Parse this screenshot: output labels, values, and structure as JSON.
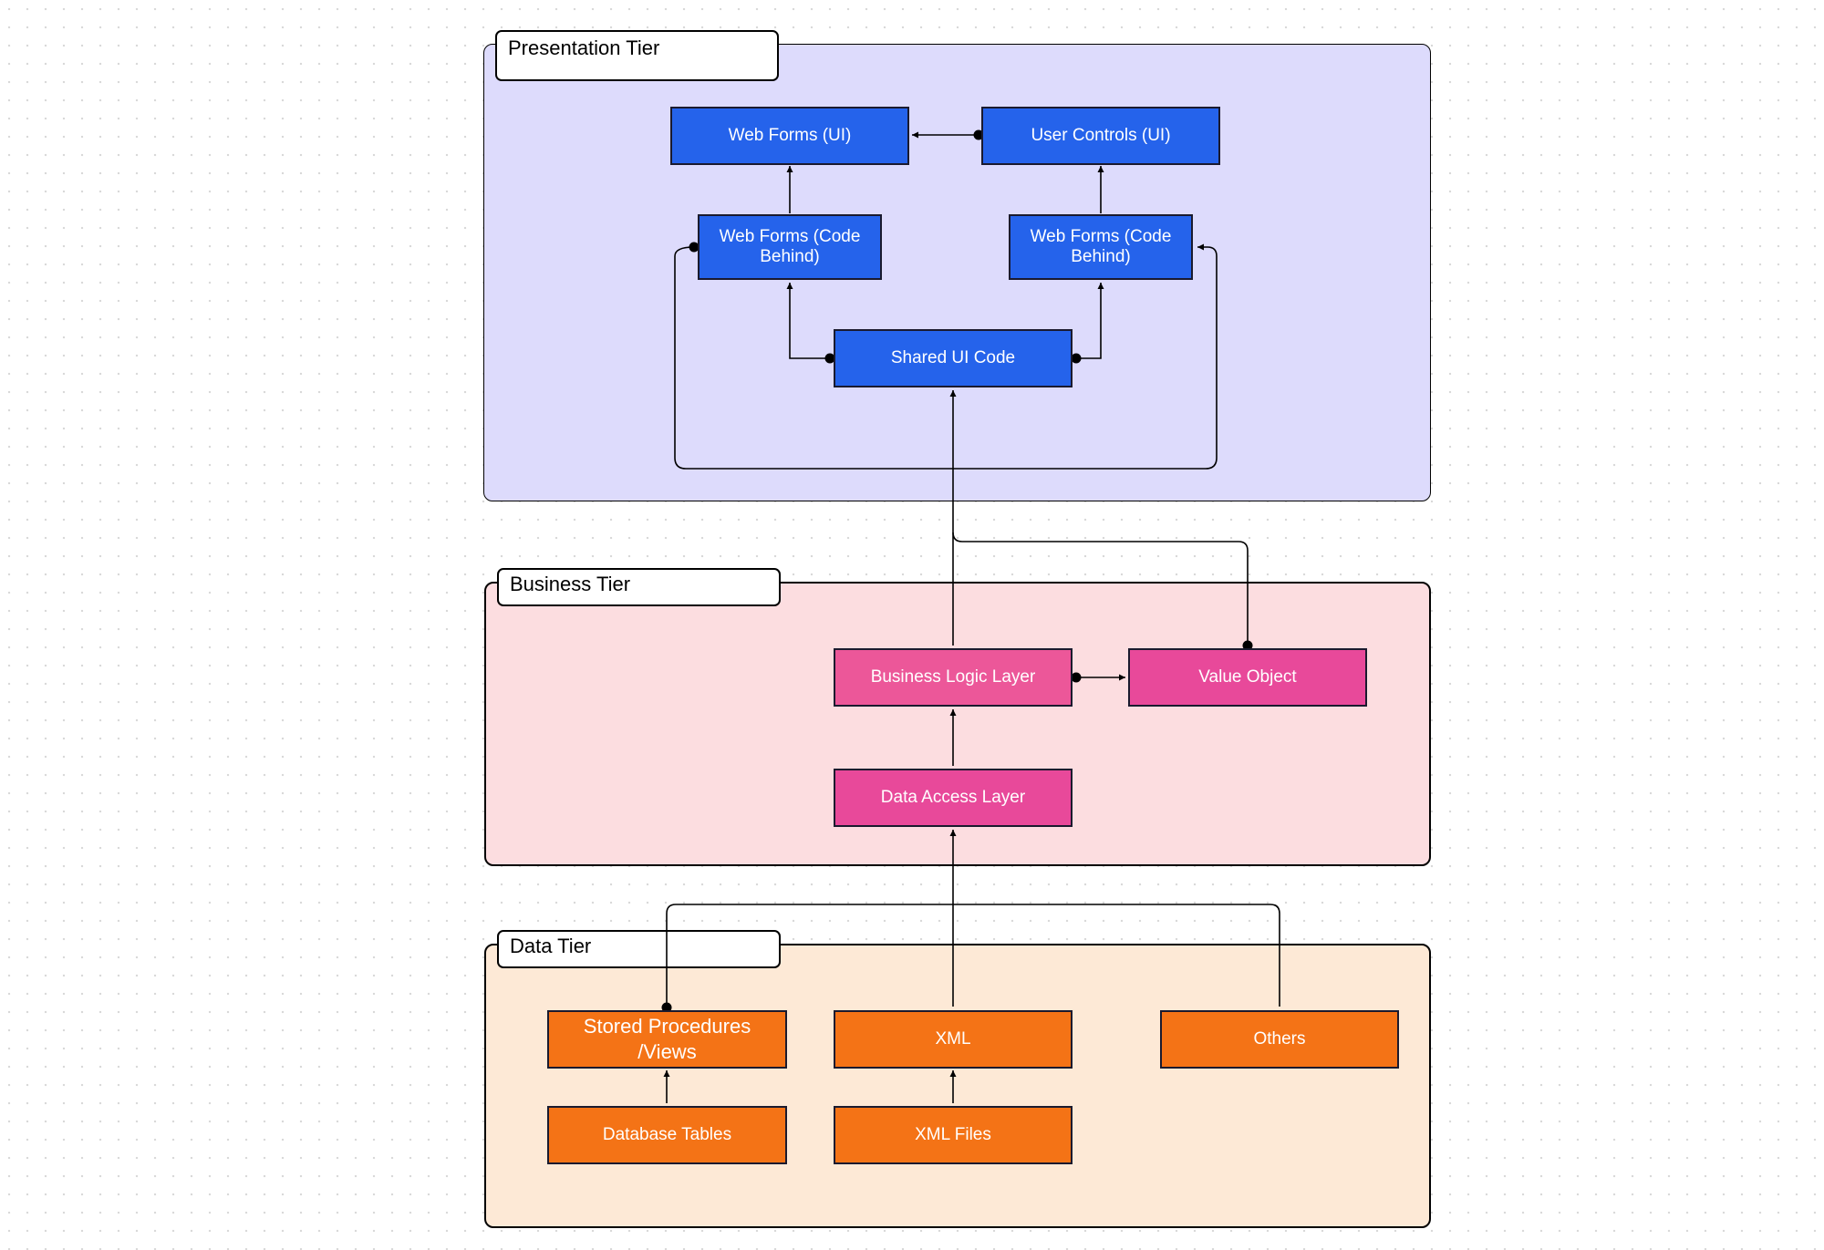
{
  "colors": {
    "presentation_fill": "#dddbfc",
    "business_fill": "#fcdde0",
    "data_fill": "#fde9d6",
    "presentation_node": "#2563eb",
    "business_node_a": "#ec5799",
    "business_node_b": "#e8499a",
    "data_node": "#f47316",
    "connector": "#000000"
  },
  "tiers": {
    "presentation": {
      "label": "Presentation Tier"
    },
    "business": {
      "label": "Business Tier"
    },
    "data": {
      "label": "Data Tier"
    }
  },
  "nodes": {
    "web_forms_ui": "Web Forms (UI)",
    "user_controls_ui": "User Controls (UI)",
    "web_forms_code_behind_left": "Web Forms (Code\nBehind)",
    "web_forms_code_behind_right": "Web Forms (Code\nBehind)",
    "shared_ui_code": "Shared UI Code",
    "business_logic_layer": "Business Logic Layer",
    "value_object": "Value Object",
    "data_access_layer": "Data Access Layer",
    "stored_procedures_views": "Stored Procedures\n/Views",
    "xml": "XML",
    "others": "Others",
    "database_tables": "Database Tables",
    "xml_files": "XML Files"
  }
}
